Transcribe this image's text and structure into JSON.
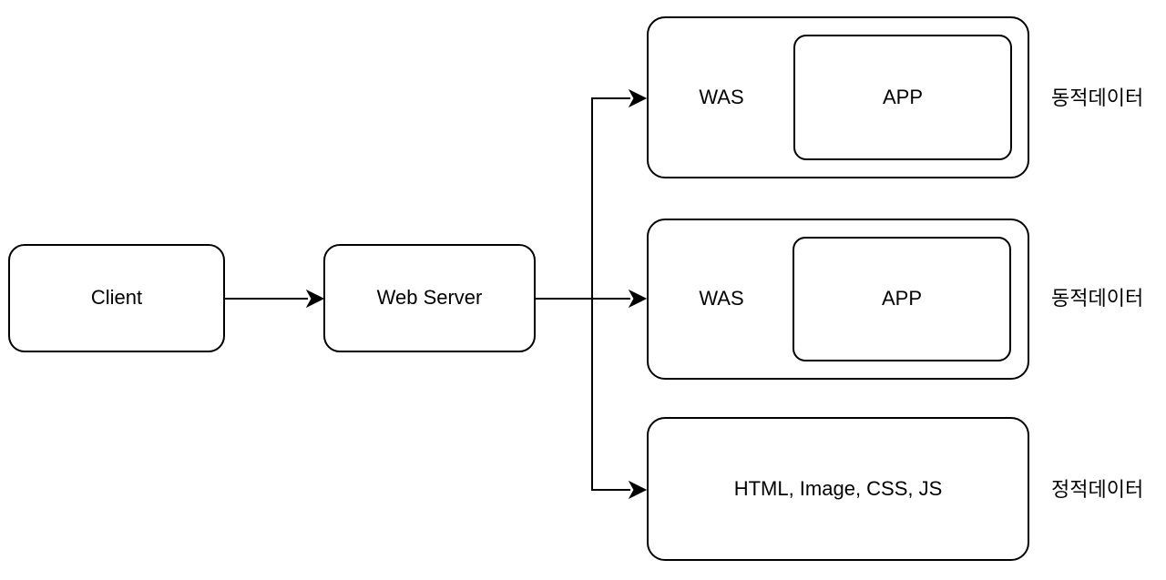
{
  "colors": {
    "stroke": "#000000",
    "node_fill": "#ffffff",
    "background": "#ffffff",
    "text": "#000000"
  },
  "nodes": {
    "client": {
      "label": "Client"
    },
    "web_server": {
      "label": "Web Server"
    },
    "was_top": {
      "label": "WAS"
    },
    "app_top": {
      "label": "APP"
    },
    "was_middle": {
      "label": "WAS"
    },
    "app_middle": {
      "label": "APP"
    },
    "static_files": {
      "label": "HTML, Image, CSS, JS"
    }
  },
  "annotations": {
    "dynamic_top": {
      "label": "동적데이터"
    },
    "dynamic_middle": {
      "label": "동적데이터"
    },
    "static_bottom": {
      "label": "정적데이터"
    }
  },
  "edges": [
    {
      "from": "client",
      "to": "web_server"
    },
    {
      "from": "web_server",
      "to": "was_top"
    },
    {
      "from": "web_server",
      "to": "was_middle"
    },
    {
      "from": "web_server",
      "to": "static_files"
    }
  ]
}
